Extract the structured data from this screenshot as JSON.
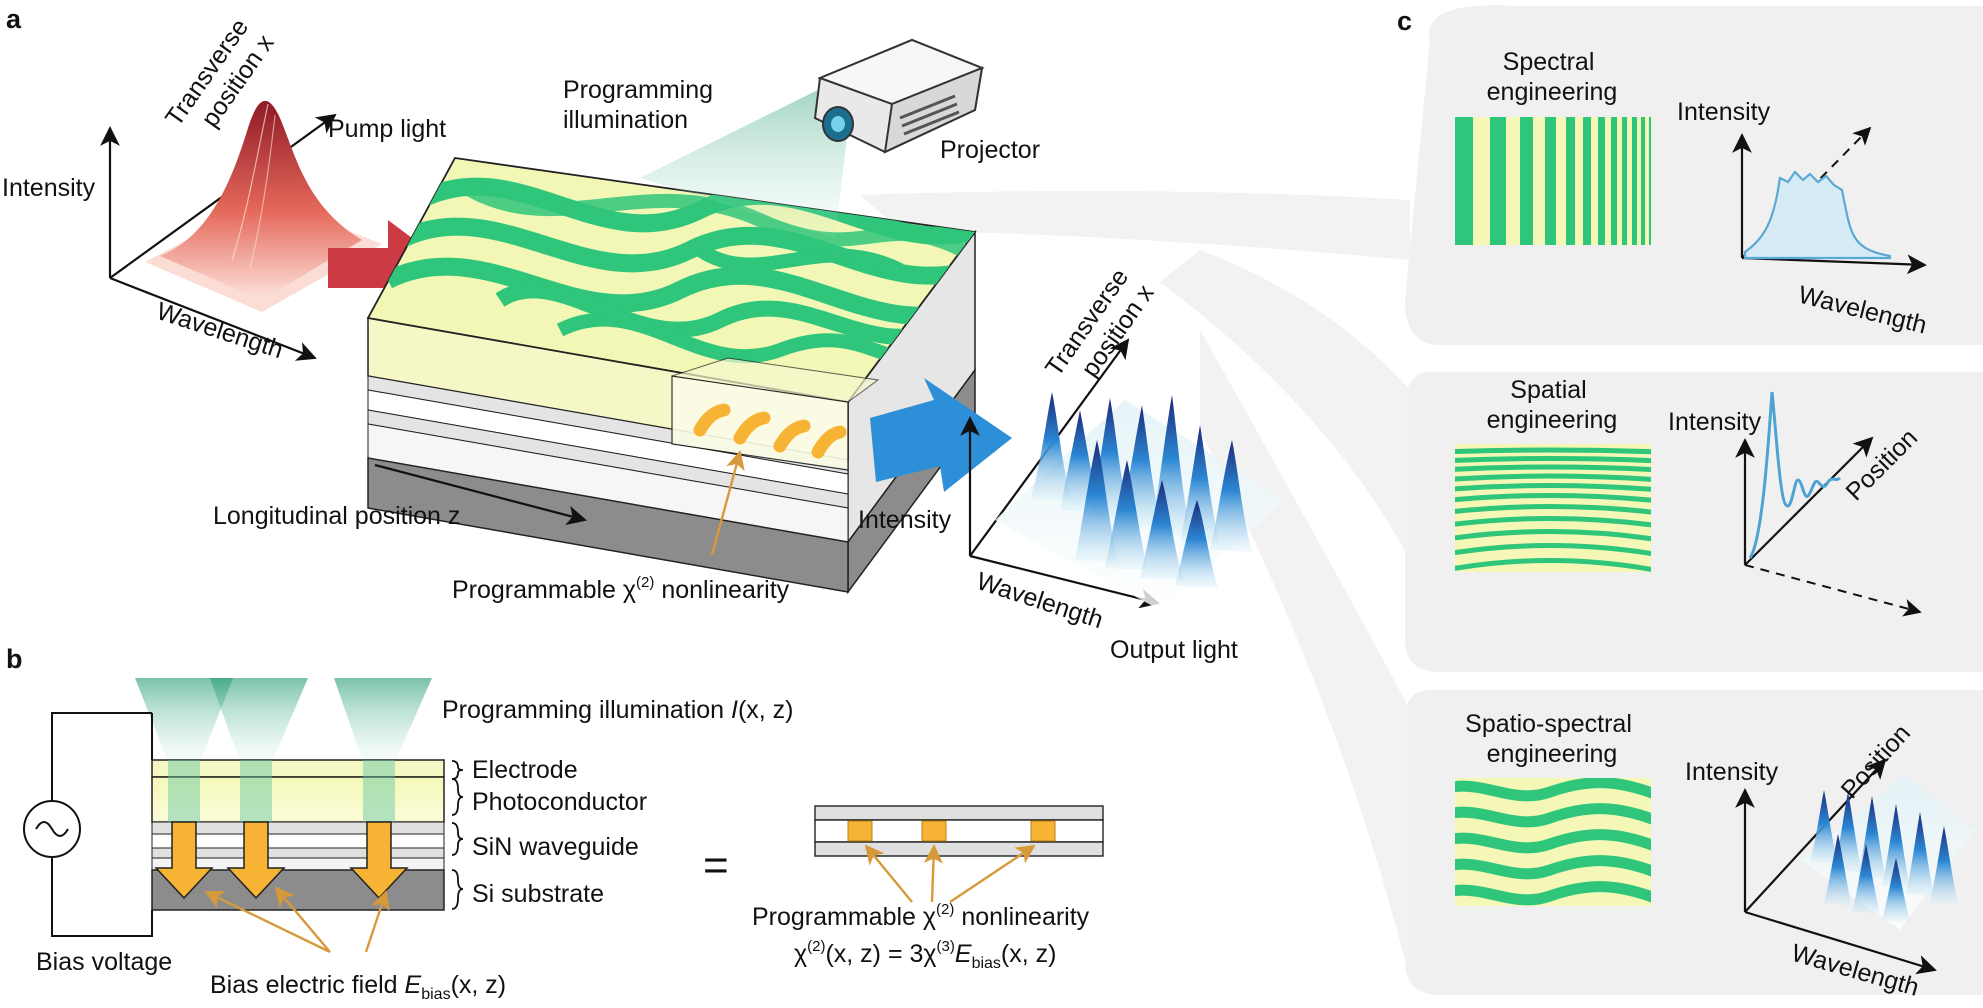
{
  "panels": {
    "a": "a",
    "b": "b",
    "c": "c"
  },
  "panel_a": {
    "transverse_in_1": "Transverse",
    "transverse_in_2": "position x",
    "pump_light": "Pump light",
    "intensity_in": "Intensity",
    "wavelength_in": "Wavelength",
    "programming_1": "Programming",
    "programming_2": "illumination",
    "projector": "Projector",
    "longitudinal": "Longitudinal position z",
    "programmable_nl": "Programmable χ",
    "programmable_nl_sup": "(2)",
    "programmable_nl_tail": " nonlinearity",
    "transverse_out_1": "Transverse",
    "transverse_out_2": "position x",
    "intensity_out": "Intensity",
    "wavelength_out": "Wavelength",
    "output_light": "Output light"
  },
  "panel_b": {
    "illum_pre": "Programming illumination ",
    "illum_fn": "I",
    "illum_args": "(x, z)",
    "electrode": "Electrode",
    "photoconductor": "Photoconductor",
    "waveguide": "SiN waveguide",
    "substrate": "Si substrate",
    "bias_voltage": "Bias voltage",
    "bias_field_pre": "Bias electric field ",
    "bias_field_sym": "E",
    "bias_field_sub": "bias",
    "bias_field_args": "(x, z)",
    "equals": "=",
    "nl_label_pre": "Programmable χ",
    "nl_label_sup": "(2)",
    "nl_label_tail": " nonlinearity",
    "eq_chi": "χ",
    "eq_sup1": "(2)",
    "eq_mid": "(x, z) = 3χ",
    "eq_sup2": "(3)",
    "eq_E": "E",
    "eq_sub": "bias",
    "eq_end": "(x, z)"
  },
  "panel_c": {
    "spectral_1": "Spectral",
    "spectral_2": "engineering",
    "spectral_y": "Intensity",
    "spectral_x": "Wavelength",
    "spatial_1": "Spatial",
    "spatial_2": "engineering",
    "spatial_y": "Intensity",
    "spatial_x": "Position",
    "spatio_1": "Spatio-spectral",
    "spatio_2": "engineering",
    "spatio_y": "Intensity",
    "spatio_pos": "Position",
    "spatio_x": "Wavelength"
  },
  "colors": {
    "stripe_green": "#2fc57a",
    "film_yellow": "#f4f7b4",
    "pump_red": "#c8323e",
    "output_blue": "#2d8fd8",
    "bias_orange": "#f7b434",
    "projector_beam": "#5fc4a1"
  }
}
